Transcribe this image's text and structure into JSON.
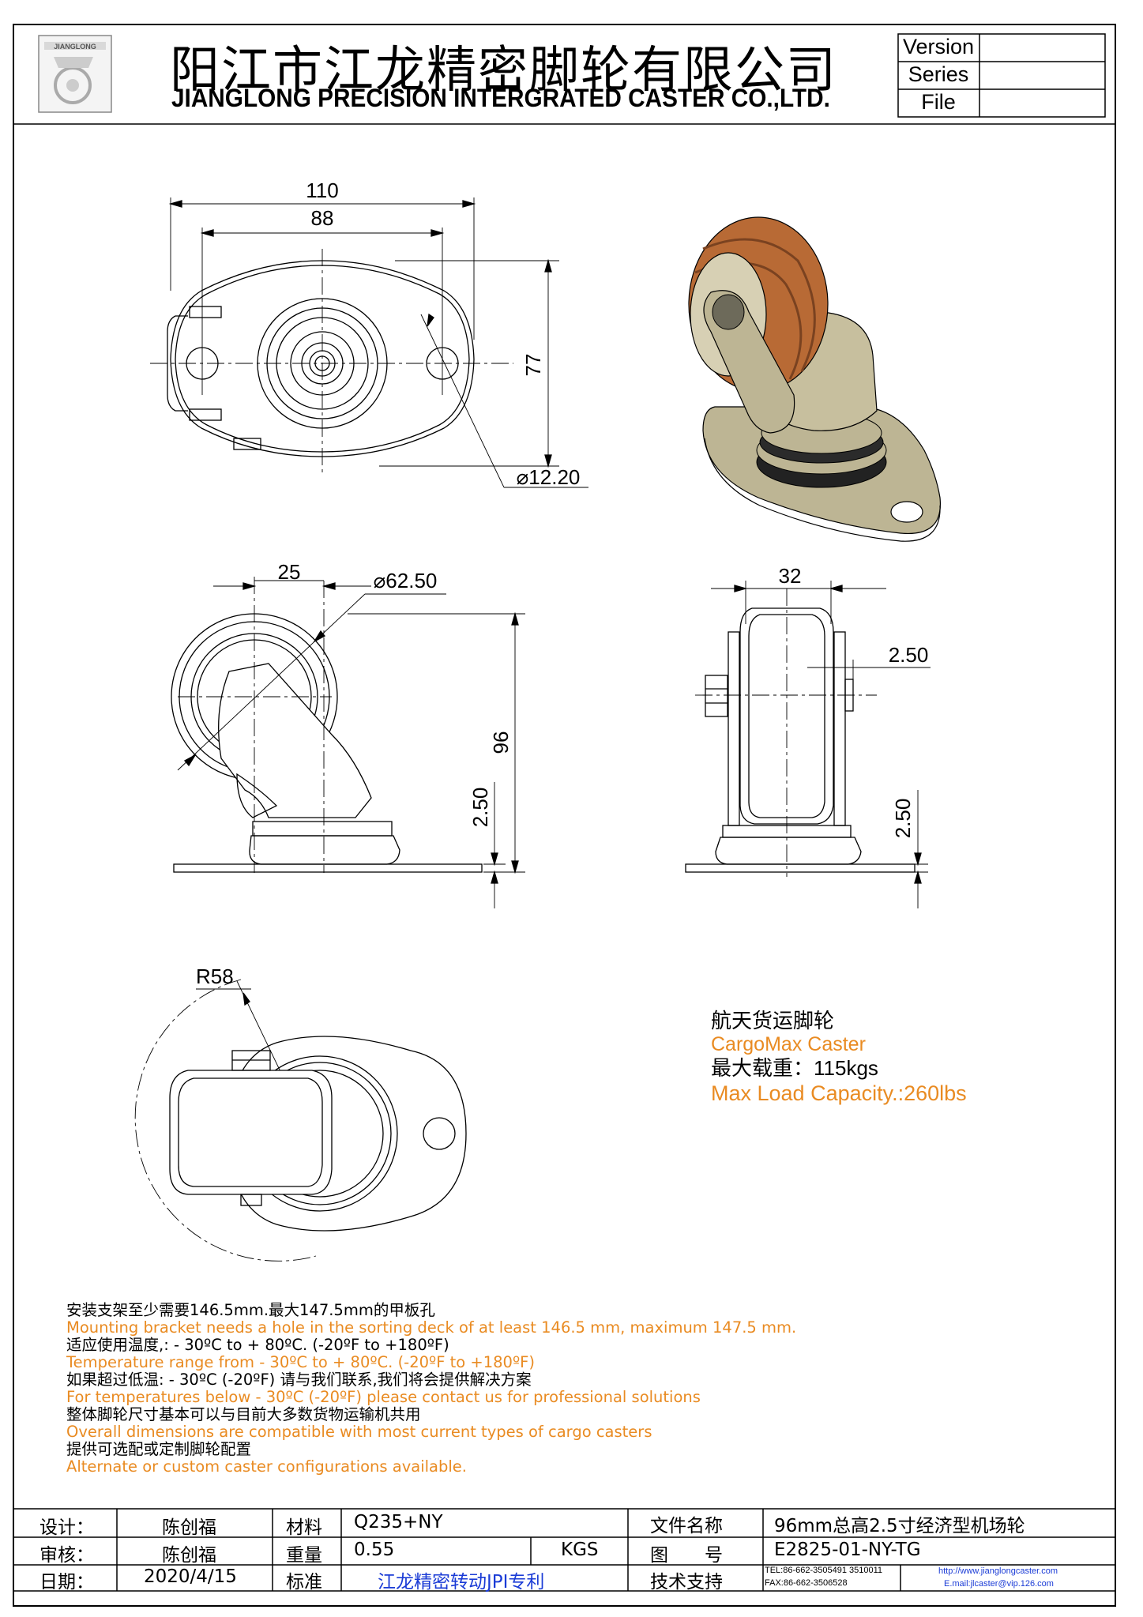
{
  "header": {
    "logo_text": "JIANGLONG",
    "company_cn": "阳江市江龙精密脚轮有限公司",
    "company_en": "JIANGLONG PRECISION INTERGRATED CASTER CO.,LTD.",
    "meta_labels": [
      "Version",
      "Series",
      "File"
    ]
  },
  "dimensions": {
    "width_outer": "110",
    "width_holes": "88",
    "height_plate": "77",
    "hole_dia": "⌀12.20",
    "offset": "25",
    "wheel_dia": "⌀62.50",
    "total_height": "96",
    "plate_thick_left": "2.50",
    "wheel_width": "32",
    "gap": "2.50",
    "plate_thick_right": "2.50",
    "swivel_radius": "R58"
  },
  "spec": {
    "name_cn": "航天货运脚轮",
    "name_en": "CargoMax Caster",
    "load_cn": "最大载重：115kgs",
    "load_en": "Max Load Capacity.:260lbs"
  },
  "notes": [
    {
      "text": "安装支架至少需要146.5mm.最大147.5mm的甲板孔",
      "lang": "cn"
    },
    {
      "text": "Mounting bracket needs a hole in the sorting deck of at least 146.5 mm, maximum 147.5 mm.",
      "lang": "en"
    },
    {
      "text": "适应使用温度,: - 30ºC to + 80ºC. (-20ºF to +180ºF)",
      "lang": "cn"
    },
    {
      "text": "Temperature range from - 30ºC to + 80ºC. (-20ºF to +180ºF)",
      "lang": "en"
    },
    {
      "text": "如果超过低温: - 30ºC (-20ºF) 请与我们联系,我们将会提供解决方案",
      "lang": "cn"
    },
    {
      "text": "For temperatures below - 30ºC (-20ºF) please contact us for professional solutions",
      "lang": "en"
    },
    {
      "text": "整体脚轮尺寸基本可以与目前大多数货物运输机共用",
      "lang": "cn"
    },
    {
      "text": "Overall dimensions are compatible with most current types of cargo casters",
      "lang": "en"
    },
    {
      "text": "提供可选配或定制脚轮配置",
      "lang": "cn"
    },
    {
      "text": "Alternate or custom caster configurations available.",
      "lang": "en"
    }
  ],
  "title_block": {
    "design_label": "设计：",
    "design_value": "陈创福",
    "check_label": "审核：",
    "check_value": "陈创福",
    "date_label": "日期：",
    "date_value": "2020/4/15",
    "material_label": "材料",
    "material_value": "Q235+NY",
    "weight_label": "重量",
    "weight_value": "0.55",
    "weight_unit": "KGS",
    "standard_label": "标准",
    "standard_value": "江龙精密转动JPI专利",
    "file_name_label": "文件名称",
    "file_name_value": "96mm总高2.5寸经济型机场轮",
    "drawing_no_label": "图　　号",
    "drawing_no_value": "E2825-01-NY-TG",
    "tech_support_label": "技术支持",
    "tel": "TEL:86-662-3505491 3510011",
    "fax": "FAX:86-662-3506528",
    "website": "http://www.jianglongcaster.com",
    "email": "E.mail:jlcaster@vip.126.com"
  },
  "colors": {
    "orange": "#e98b22",
    "wheel_orange": "#b86a35",
    "bracket_khaki": "#bdb594",
    "blue": "#1a3bd6"
  }
}
